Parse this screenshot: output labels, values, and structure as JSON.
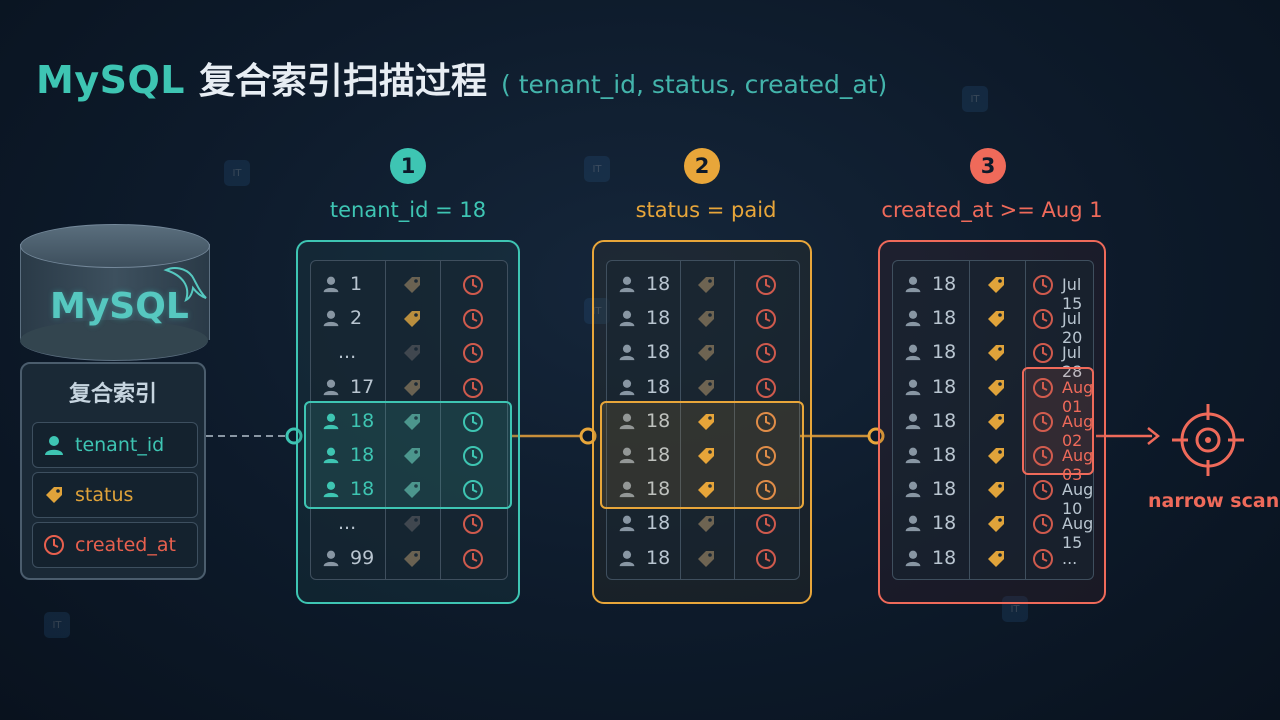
{
  "title": {
    "main": "MySQL",
    "zh": "复合索引扫描过程",
    "sub": "( tenant_id, status, created_at)"
  },
  "database": {
    "logo": "MySQL"
  },
  "index_panel": {
    "title": "复合索引",
    "columns": [
      {
        "label": "tenant_id",
        "icon": "user-icon",
        "color": "#3ec5b3"
      },
      {
        "label": "status",
        "icon": "tag-icon",
        "color": "#e0a33a"
      },
      {
        "label": "created_at",
        "icon": "clock-icon",
        "color": "#e8604e"
      }
    ]
  },
  "steps": [
    {
      "number": "1",
      "label": "tenant_id = 18",
      "color": "#3ec5b3",
      "rows": [
        "1",
        "2",
        "...",
        "17",
        "18",
        "18",
        "18",
        "...",
        "99"
      ],
      "highlight_rows": [
        4,
        5,
        6
      ]
    },
    {
      "number": "2",
      "label": "status = paid",
      "color": "#e8a63a",
      "rows": [
        "18",
        "18",
        "18",
        "18",
        "18",
        "18",
        "18",
        "18",
        "18"
      ],
      "highlight_rows": [
        4,
        5,
        6
      ]
    },
    {
      "number": "3",
      "label": "created_at >= Aug 1",
      "color": "#ef6a5a",
      "rows": [
        "18",
        "18",
        "18",
        "18",
        "18",
        "18",
        "18",
        "18",
        "18"
      ],
      "dates": [
        "Jul 15",
        "Jul 20",
        "Jul 28",
        "Aug 01",
        "Aug 02",
        "Aug 03",
        "Aug 10",
        "Aug 15",
        "..."
      ],
      "highlight_rows": [
        3,
        4,
        5
      ]
    }
  ],
  "target": {
    "label": "narrow scan",
    "icon": "crosshair-icon"
  },
  "colors": {
    "teal": "#3ec5b3",
    "amber": "#e8a63a",
    "red": "#ef6a5a",
    "muted": "#8a97a4"
  }
}
